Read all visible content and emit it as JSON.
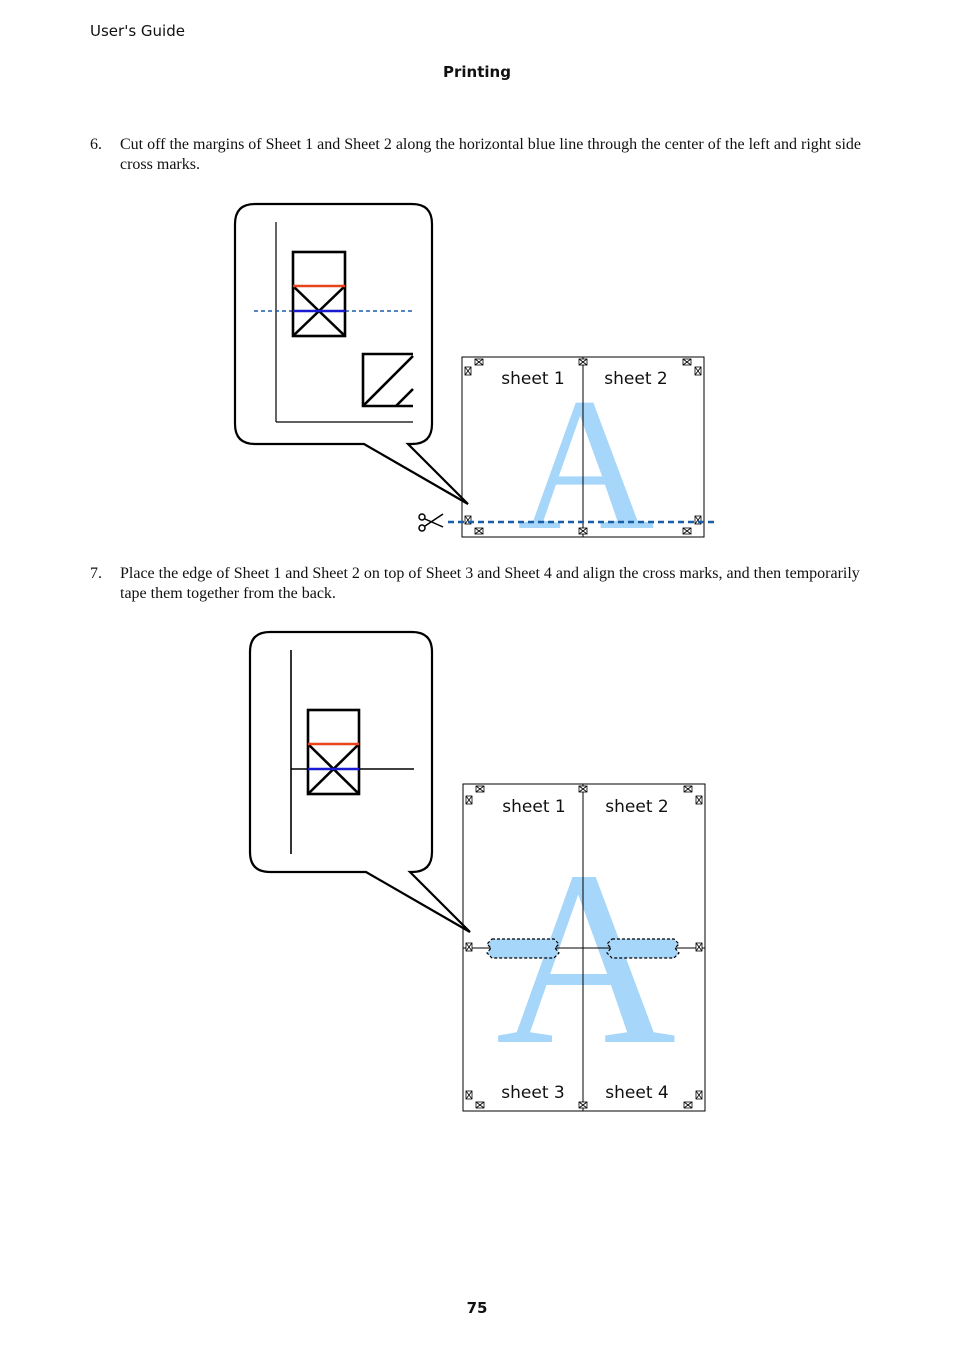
{
  "header": {
    "guide_title": "User's Guide",
    "section_title": "Printing"
  },
  "steps": [
    {
      "number": "6.",
      "text": "Cut off the margins of Sheet 1 and Sheet 2 along the horizontal blue line through the center of the left and right side cross marks."
    },
    {
      "number": "7.",
      "text": "Place the edge of Sheet 1 and Sheet 2 on top of Sheet 3 and Sheet 4 and align the cross marks, and then temporarily tape them together from the back."
    }
  ],
  "figure1": {
    "sheet_labels": [
      "sheet 1",
      "sheet 2"
    ],
    "watermark_letter": "A"
  },
  "figure2": {
    "sheet_labels": [
      "sheet 1",
      "sheet 2",
      "sheet 3",
      "sheet 4"
    ],
    "watermark_letter": "A"
  },
  "colors": {
    "cut_line": "#1a5ea8",
    "red_line": "#e8431a",
    "blue_line": "#1a1ad0",
    "watermark": "#a6d6fa"
  },
  "footer": {
    "page_number": "75"
  }
}
